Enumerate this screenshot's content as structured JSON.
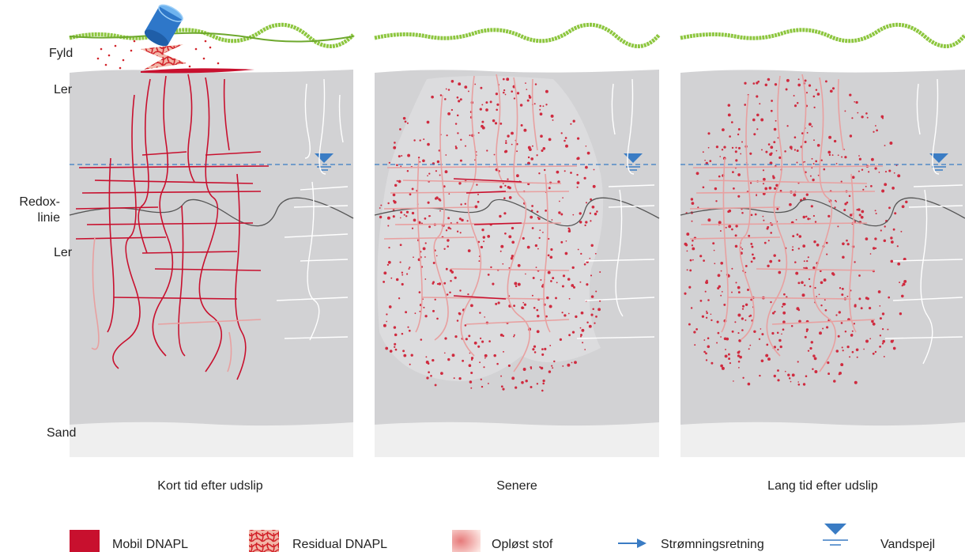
{
  "layers": {
    "fill": "Fyld",
    "clay_top": "Ler",
    "redox_line": [
      "Redox-",
      "linie"
    ],
    "clay_bottom": "Ler",
    "sand": "Sand"
  },
  "panels": [
    {
      "title": "Kort tid efter udslip"
    },
    {
      "title": "Senere"
    },
    {
      "title": "Lang tid efter udslip"
    }
  ],
  "legend": {
    "mobile": "Mobil DNAPL",
    "residual": "Residual DNAPL",
    "dissolved": "Opløst stof",
    "flow": "Strømningsretning",
    "water_table": "Vandspejl"
  },
  "colors": {
    "clay": "#d2d2d4",
    "sand": "#efefef",
    "grass": "#8dc63f",
    "mobile_dnapl": "#c8102e",
    "residual_dnapl": "#e58a8a",
    "dissolved": "#d9404f",
    "water_table": "#3a7cc4",
    "redox": "#555555"
  }
}
